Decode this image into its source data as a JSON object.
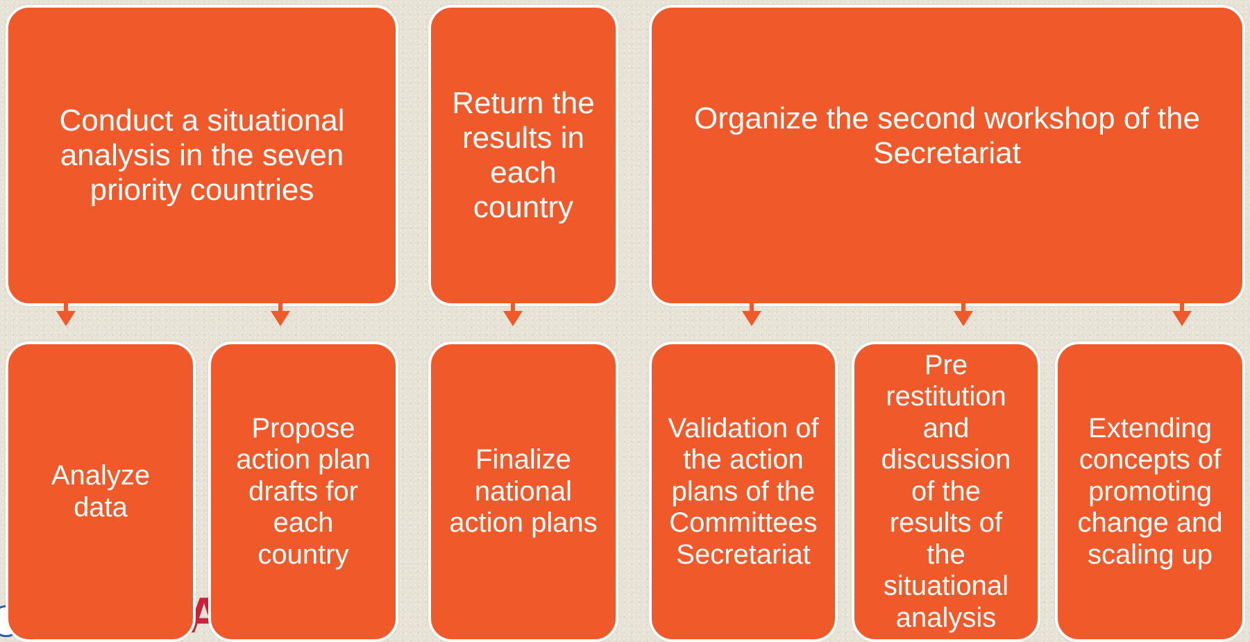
{
  "diagram": {
    "top_boxes": [
      {
        "text": "Conduct a situational\nanalysis in the seven\npriority countries"
      },
      {
        "text": "Return the\nresults in\neach\ncountry"
      },
      {
        "text": "Organize the second workshop of the\nSecretariat"
      }
    ],
    "bottom_boxes": [
      {
        "text": "Analyze\ndata"
      },
      {
        "text": "Propose\naction plan\ndrafts for\neach\ncountry"
      },
      {
        "text": "Finalize\nnational\naction plans"
      },
      {
        "text": "Validation of\nthe action\nplans of the\nCommittees\nSecretariat"
      },
      {
        "text": "Pre\nrestitution\nand\ndiscussion\nof the\nresults of\nthe\nsituational\nanalysis"
      },
      {
        "text": "Extending\nconcepts of\npromoting\nchange and\nscaling up"
      }
    ]
  },
  "colors": {
    "box_fill": "#f05a2a",
    "box_border": "#ffffff",
    "text": "#ffffff",
    "background": "#e6e2d6"
  },
  "logo": {
    "letter": "A"
  }
}
